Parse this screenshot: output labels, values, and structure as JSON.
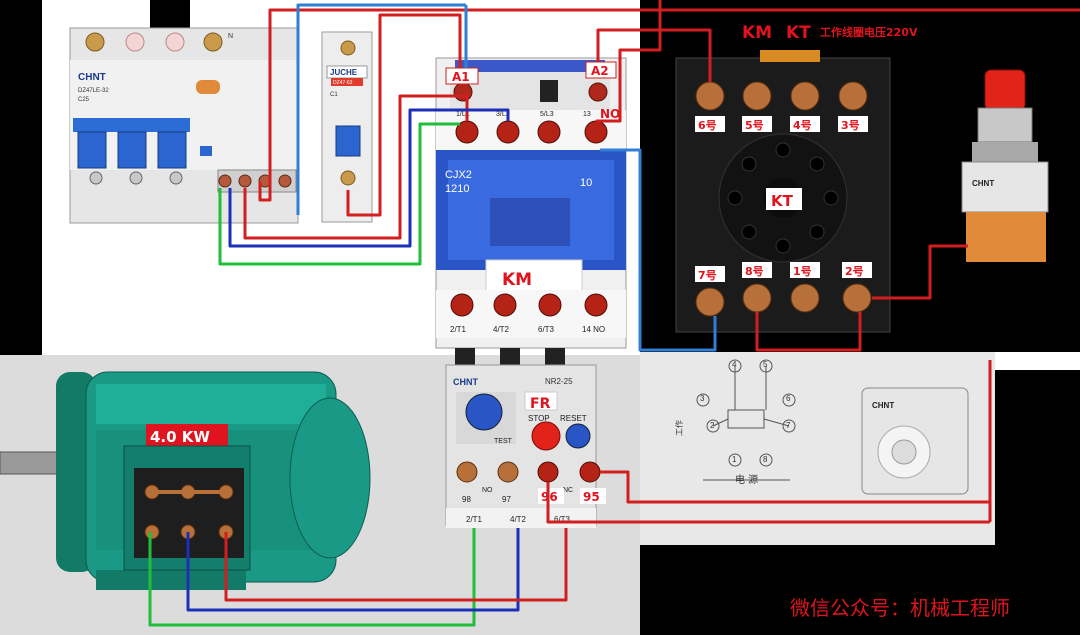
{
  "title": {
    "km_label": "KM",
    "kt_label": "KT",
    "coil_voltage": "工作线圈电压220V"
  },
  "breaker": {
    "brand": "CHNT",
    "model": "DZ47LE-32",
    "rating": "C25",
    "side_mark": "N"
  },
  "minibreaker": {
    "brand": "JUCHE",
    "model": "DZ47-63",
    "rating": "C1"
  },
  "contactor": {
    "model": "CJX2",
    "model_num": "1210",
    "aux_num": "10",
    "label": "KM",
    "coil_a1": "A1",
    "coil_a2": "A2",
    "aux_no": "NO",
    "top_terms": [
      "1/L1",
      "3/L2",
      "5/L3",
      "13"
    ],
    "bottom_terms": [
      "2/T1",
      "4/T2",
      "6/T3",
      "14 NO"
    ]
  },
  "relay": {
    "label": "KT",
    "top_terms": [
      "6号",
      "5号",
      "4号",
      "3号"
    ],
    "bottom_terms": [
      "7号",
      "8号",
      "1号",
      "2号"
    ]
  },
  "overload": {
    "brand": "CHNT",
    "model": "NR2-25",
    "label": "FR",
    "stop": "STOP",
    "reset": "RESET",
    "test": "TEST",
    "terms": [
      "98",
      "97",
      "96",
      "95"
    ],
    "no": "NO",
    "nc": "NC",
    "out_terms": [
      "2/T1",
      "4/T2",
      "6/T3"
    ]
  },
  "motor": {
    "power": "4.0 KW"
  },
  "pilot": {
    "brand": "CHNT"
  },
  "timer": {
    "brand": "CHNT"
  },
  "pinout": {
    "pins": [
      "1",
      "2",
      "3",
      "4",
      "5",
      "6",
      "7",
      "8"
    ],
    "power_label": "电 源",
    "side_label": "工作"
  },
  "watermark": "微信公众号：机械工程师",
  "colors": {
    "red": "#d21e1e",
    "blue": "#1c2fb8",
    "green": "#1fbf3a",
    "lightblue": "#2f7fd6",
    "motor": "#1a9a86",
    "km_red": "#e0141e"
  }
}
